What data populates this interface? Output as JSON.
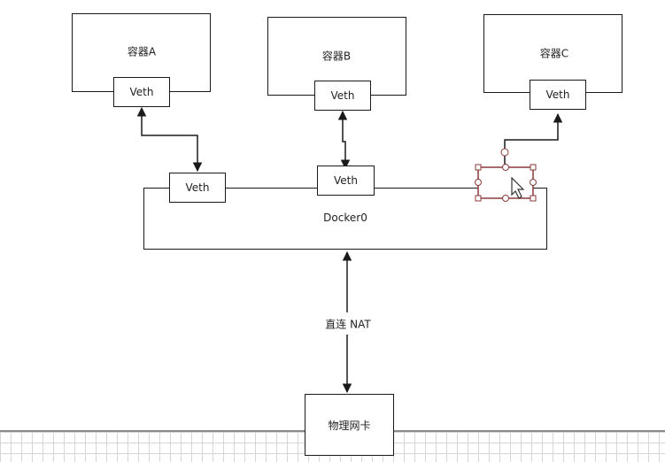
{
  "containers": [
    {
      "name": "容器A",
      "veth": "Veth"
    },
    {
      "name": "容器B",
      "veth": "Veth"
    },
    {
      "name": "容器C",
      "veth": "Veth"
    }
  ],
  "bridge": {
    "name": "Docker0",
    "ports": [
      "Veth",
      "Veth"
    ]
  },
  "link": {
    "label": "直连 NAT"
  },
  "nic": {
    "label": "物理网卡"
  },
  "colors": {
    "line": "#1a1a1a",
    "selection": "#8b3a3a",
    "handle_fill": "#ffffff"
  }
}
